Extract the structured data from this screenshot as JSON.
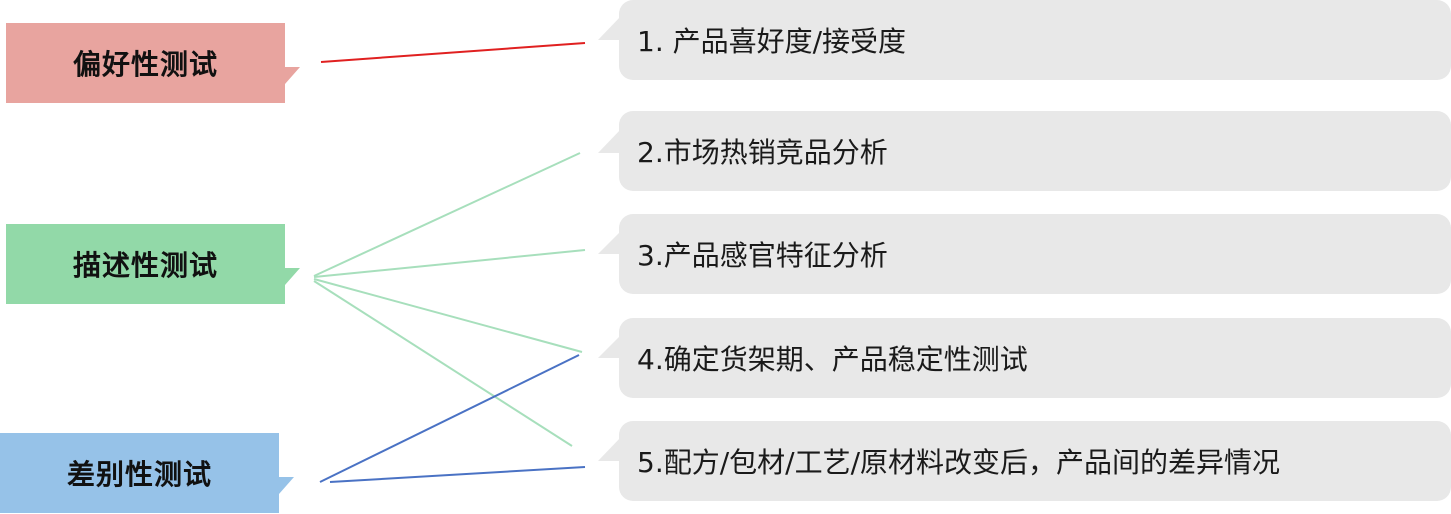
{
  "categories": [
    {
      "id": "pref",
      "label": "偏好性测试",
      "color": "#e8a49f"
    },
    {
      "id": "desc",
      "label": "描述性测试",
      "color": "#92d9a8"
    },
    {
      "id": "diff",
      "label": "差别性测试",
      "color": "#96c2e8"
    }
  ],
  "items": [
    {
      "label": "1. 产品喜好度/接受度"
    },
    {
      "label": "2.市场热销竞品分析"
    },
    {
      "label": "3.产品感官特征分析"
    },
    {
      "label": "4.确定货架期、产品稳定性测试"
    },
    {
      "label": "5.配方/包材/工艺/原材料改变后，产品间的差异情况"
    }
  ],
  "links": [
    {
      "from": "pref",
      "to": 0,
      "color": "#e02020"
    },
    {
      "from": "desc",
      "to": 1,
      "color": "#a7dfbc"
    },
    {
      "from": "desc",
      "to": 2,
      "color": "#a7dfbc"
    },
    {
      "from": "desc",
      "to": 3,
      "color": "#a7dfbc"
    },
    {
      "from": "desc",
      "to": 4,
      "color": "#a7dfbc"
    },
    {
      "from": "diff",
      "to": 3,
      "color": "#4a72c4"
    },
    {
      "from": "diff",
      "to": 4,
      "color": "#4a72c4"
    }
  ]
}
